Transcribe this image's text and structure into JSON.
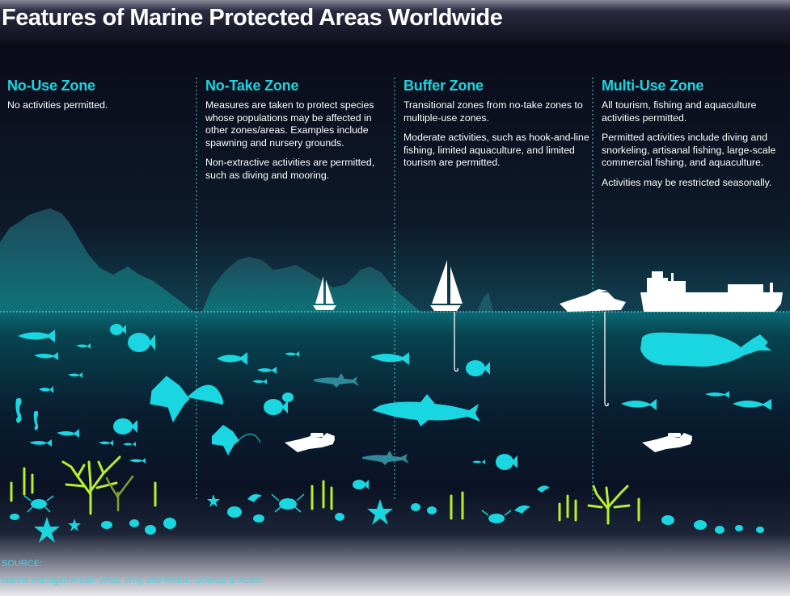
{
  "title": "Features of Marine Protected Areas Worldwide",
  "zones": [
    {
      "name": "No-Use Zone",
      "paragraphs": [
        "No activities permitted."
      ]
    },
    {
      "name": "No-Take Zone",
      "paragraphs": [
        "Measures are taken to protect species whose populations may be affected in other zones/areas. Examples include spawning and nursery grounds.",
        "Non-extractive activities are permitted, such as diving and mooring."
      ]
    },
    {
      "name": "Buffer Zone",
      "paragraphs": [
        "Transitional zones from no-take zones to multiple-use zones.",
        "Moderate activities, such as hook-and-line fishing, limited aquaculture, and limited tourism are permitted."
      ]
    },
    {
      "name": "Multi-Use Zone",
      "paragraphs": [
        "All tourism, fishing and aquaculture activities permitted.",
        "Permitted activities include diving and snorkeling, artisanal fishing, large-scale commercial fishing, and aquaculture.",
        "Activities may be restricted seasonally."
      ]
    }
  ],
  "source": {
    "label": "SOURCE:",
    "text": "Marine Managed Areas: What, Why, and Where, Science to Action"
  },
  "colors": {
    "accent_cyan": "#1ad6e0",
    "sky_top": "#0b0b18",
    "sky_bottom": "#102a3a",
    "sea_surface": "#0a5a66",
    "sea_deep": "#0a1224",
    "seabed_light": "#e9e9ee",
    "coral_green": "#b8f02a",
    "silhouette_white": "#ffffff"
  },
  "icons": [
    "mountain-silhouette",
    "sailboat-icon",
    "yacht-icon",
    "cargo-ship-icon",
    "fish-icon",
    "shark-icon",
    "whale-icon",
    "manta-ray-icon",
    "seahorse-icon",
    "scuba-diver-icon",
    "fishing-line-hook-icon",
    "coral-icon",
    "seaweed-icon",
    "crab-icon",
    "starfish-icon",
    "shrimp-icon",
    "shell-icon",
    "rock-icon"
  ]
}
